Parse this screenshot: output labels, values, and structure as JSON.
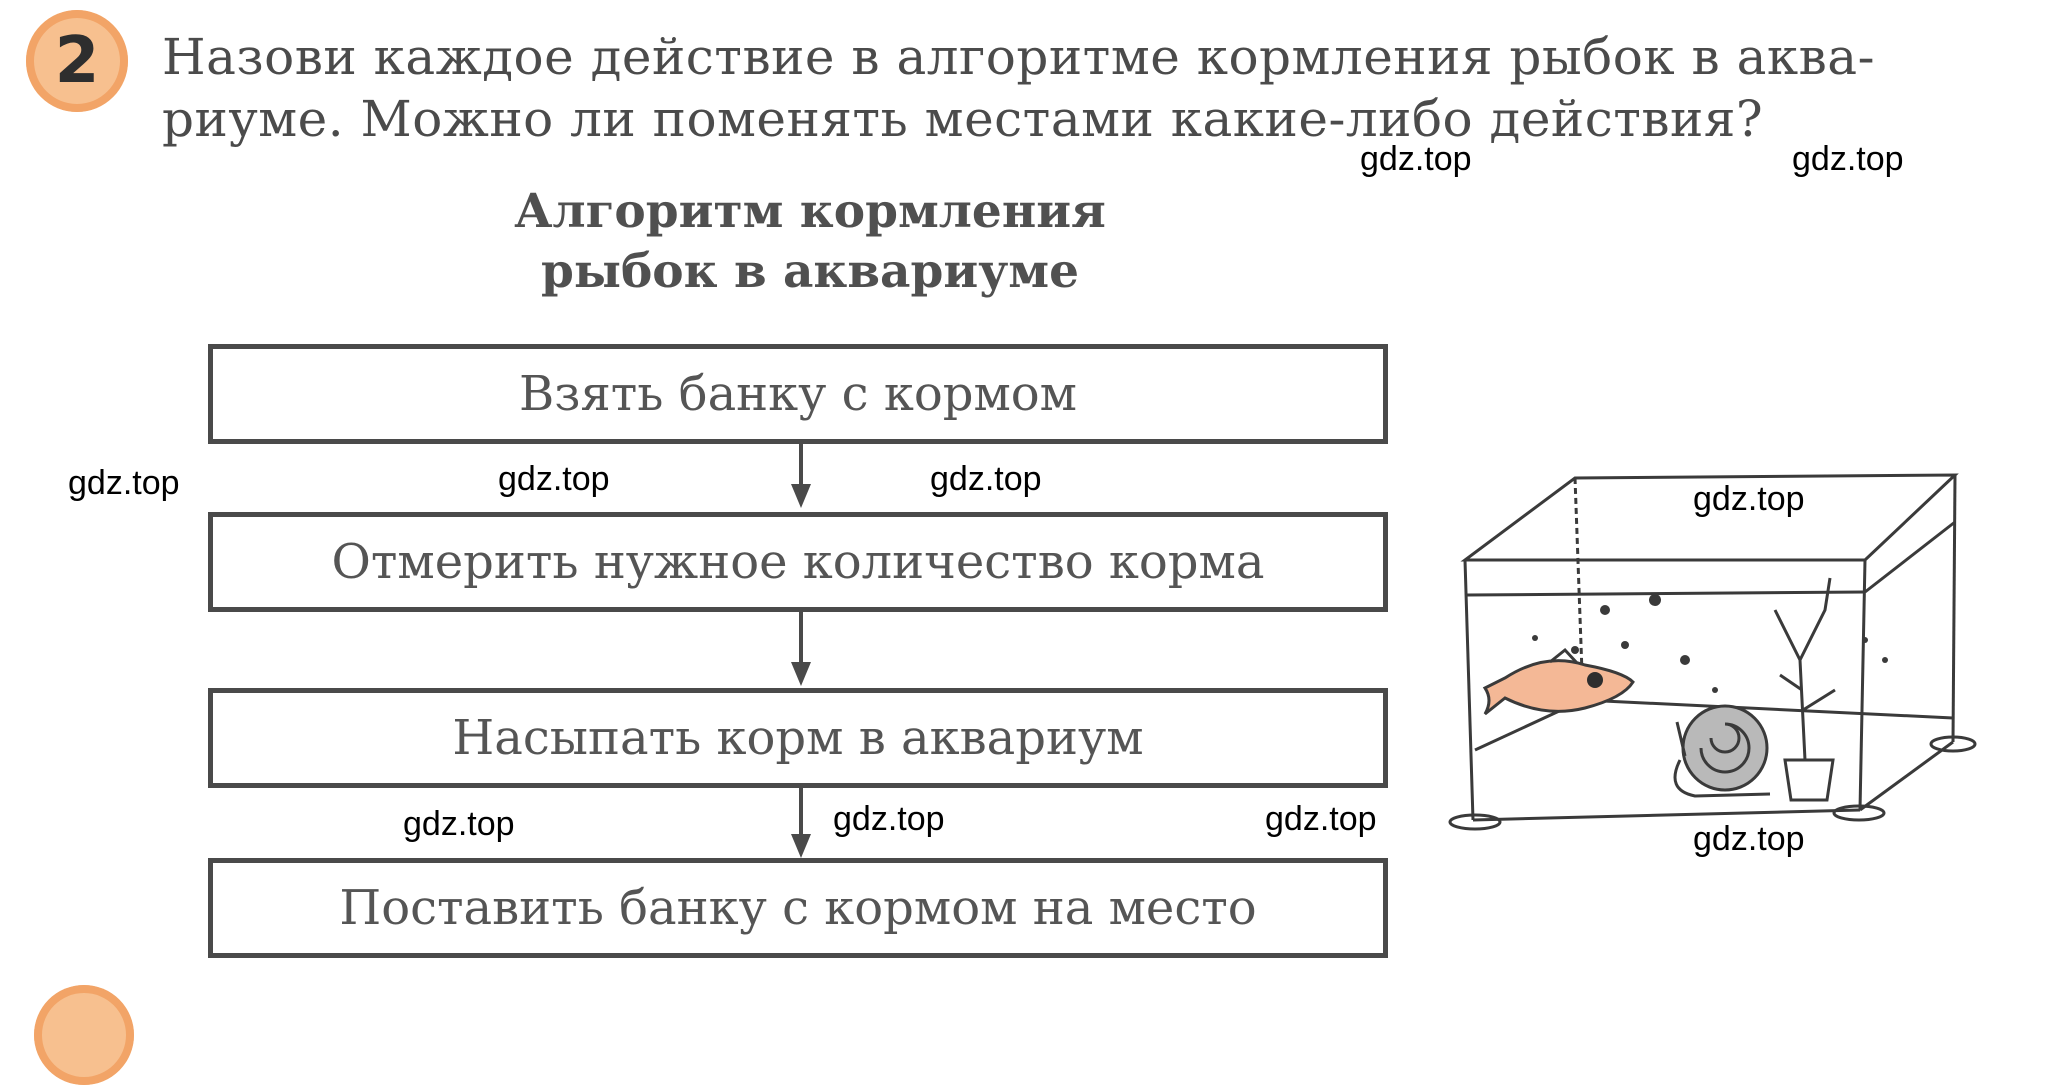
{
  "task": {
    "number": "2",
    "question_lines": [
      "Назови каждое действие в алгоритме кормления рыбок в аква-",
      "риуме. Можно ли поменять местами какие-либо действия?"
    ]
  },
  "algorithm": {
    "title_lines": [
      "Алгоритм кормления",
      "рыбок в аквариуме"
    ],
    "steps": [
      "Взять банку с кормом",
      "Отмерить нужное количество корма",
      "Насыпать корм в аквариум",
      "Поставить банку с кормом на место"
    ]
  },
  "watermarks": [
    "gdz.top",
    "gdz.top",
    "gdz.top",
    "gdz.top",
    "gdz.top",
    "gdz.top",
    "gdz.top",
    "gdz.top",
    "gdz.top",
    "gdz.top"
  ],
  "colors": {
    "badge_fill": "#f7c08f",
    "badge_ring": "#f2a467",
    "text": "#4b4b4b",
    "fish": "#f4b896"
  }
}
